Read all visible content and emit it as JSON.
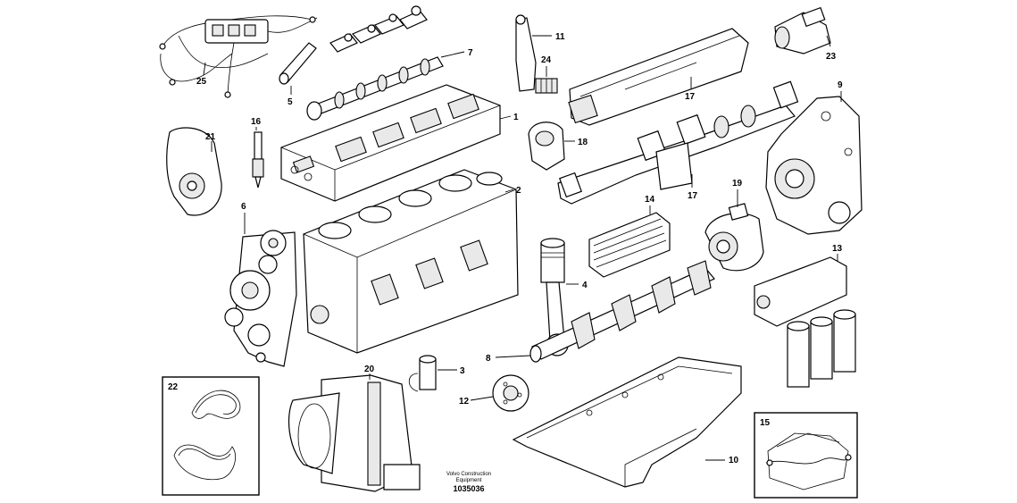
{
  "callouts": {
    "c1": "1",
    "c2": "2",
    "c3": "3",
    "c4": "4",
    "c5": "5",
    "c6": "6",
    "c7": "7",
    "c8": "8",
    "c9": "9",
    "c10": "10",
    "c11": "11",
    "c12": "12",
    "c13": "13",
    "c14": "14",
    "c15": "15",
    "c16": "16",
    "c17a": "17",
    "c17b": "17",
    "c18": "18",
    "c19": "19",
    "c20": "20",
    "c21": "21",
    "c22": "22",
    "c23": "23",
    "c24": "24",
    "c25": "25"
  },
  "caption": {
    "line1": "Volvo Construction",
    "line2": "Equipment",
    "number": "1035036"
  }
}
